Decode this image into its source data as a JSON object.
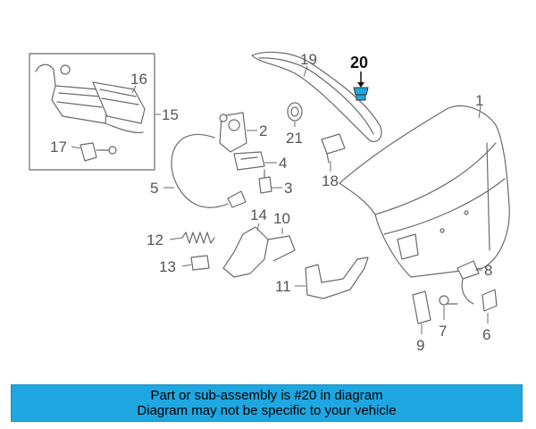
{
  "callouts": {
    "c1": "1",
    "c2": "2",
    "c3": "3",
    "c4": "4",
    "c5": "5",
    "c6": "6",
    "c7": "7",
    "c8": "8",
    "c9": "9",
    "c10": "10",
    "c11": "11",
    "c12": "12",
    "c13": "13",
    "c14": "14",
    "c15": "15",
    "c16": "16",
    "c17": "17",
    "c18": "18",
    "c19": "19",
    "c20": "20",
    "c21": "21"
  },
  "highlighted_part": "20",
  "banner": {
    "line1": "Part or sub-assembly is #20 in diagram",
    "line2": "Diagram may not be specific to your vehicle"
  },
  "colors": {
    "banner_bg": "#1ea7e1",
    "highlight": "#1ea7e1",
    "line_art": "#6b6b6b"
  }
}
